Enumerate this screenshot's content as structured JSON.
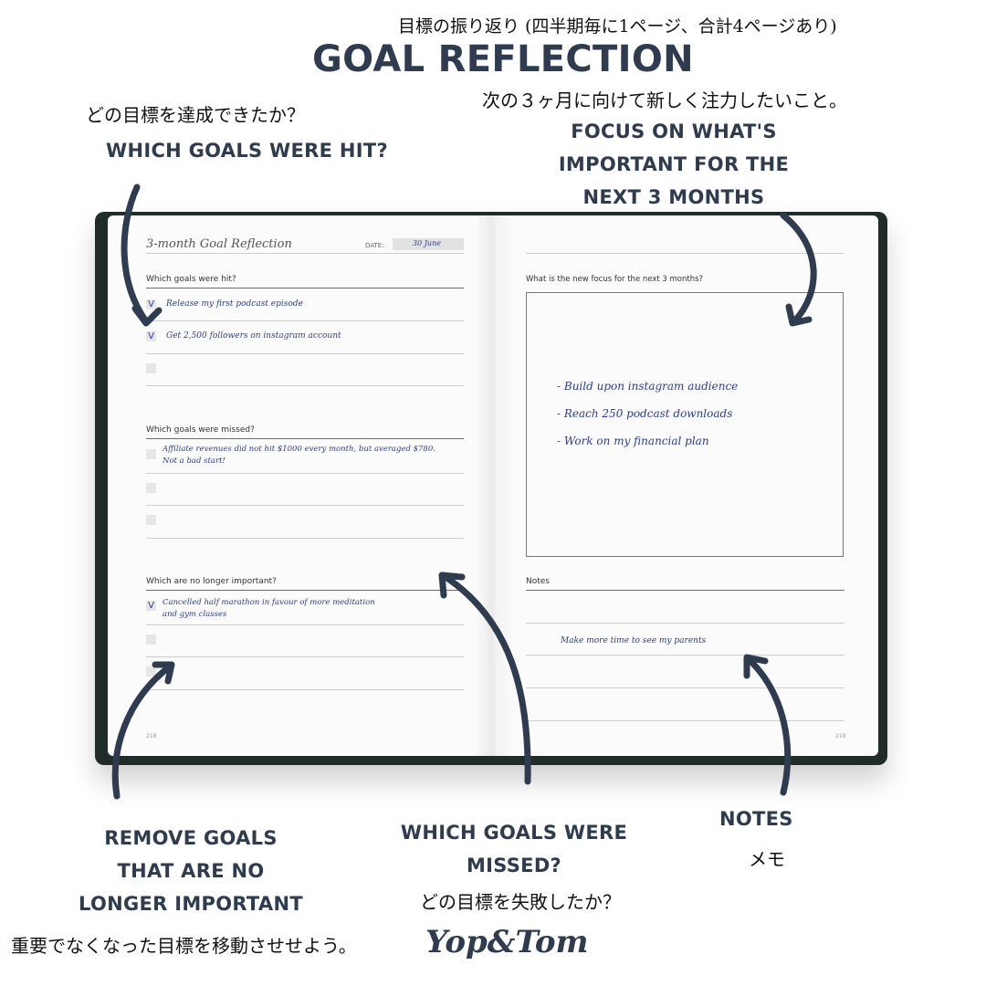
{
  "header": {
    "jp_title": "目標の振り返り (四半期毎に1ページ、合計4ページあり)",
    "title": "GOAL REFLECTION"
  },
  "callouts": {
    "hit_jp": "どの目標を達成できたか？",
    "hit_en": "WHICH GOALS WERE HIT?",
    "focus_jp": "次の３ヶ月に向けて新しく注力したいこと。",
    "focus_en_1": "FOCUS ON WHAT'S",
    "focus_en_2": "IMPORTANT FOR THE",
    "focus_en_3": "NEXT 3 MONTHS",
    "remove_en_1": "REMOVE GOALS",
    "remove_en_2": "THAT ARE NO",
    "remove_en_3": "LONGER IMPORTANT",
    "remove_jp": "重要でなくなった目標を移動させせよう。",
    "missed_en_1": "WHICH GOALS WERE",
    "missed_en_2": "MISSED?",
    "missed_jp": "どの目標を失敗したか？",
    "notes_en": "NOTES",
    "notes_jp": "メモ"
  },
  "brand": {
    "logo_text": "Yop&Tom"
  },
  "left_page": {
    "title": "3-month Goal Reflection",
    "date_label": "DATE:",
    "date_value": "30 June",
    "hit_heading": "Which goals were hit?",
    "hit_items": [
      "Release my first podcast episode",
      "Get 2,500 followers on instagram account",
      ""
    ],
    "missed_heading": "Which goals were missed?",
    "missed_items": [
      "Affiliate revenues did not hit $1000 every month, but averaged $780.",
      "Not a bad start!"
    ],
    "nolonger_heading": "Which are no longer important?",
    "nolonger_items": [
      "Cancelled half marathon in favour of more meditation",
      "and gym classes"
    ],
    "page_number": "218",
    "check_mark": "V"
  },
  "right_page": {
    "focus_heading": "What is the new focus for the next 3 months?",
    "focus_items": [
      "- Build upon instagram audience",
      "- Reach 250 podcast downloads",
      "- Work on my financial plan"
    ],
    "notes_heading": "Notes",
    "notes_items": [
      "Make more time to see my parents"
    ],
    "page_number": "219"
  },
  "colors": {
    "ink": "#2b3f8f",
    "navy_text": "#2f3b4f",
    "cover": "#1f2c2a"
  }
}
